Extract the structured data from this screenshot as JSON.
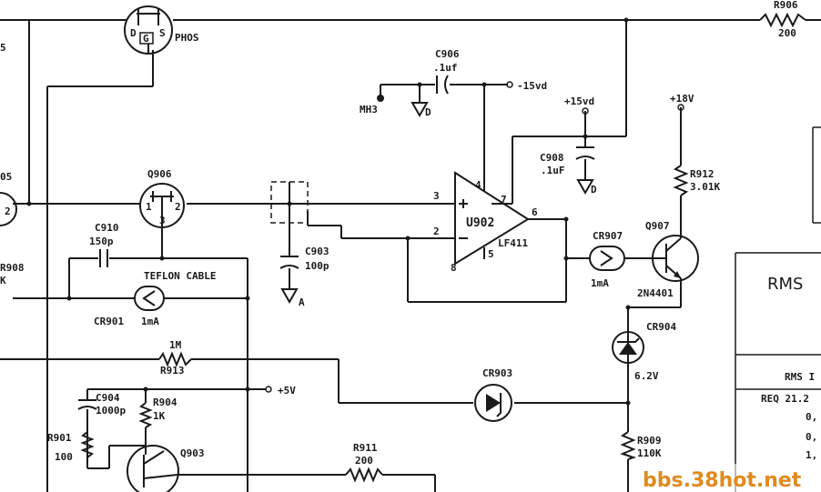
{
  "labels": {
    "r906": "R906",
    "r906_val": "200",
    "q_phos": "PHOS",
    "q_d": "D",
    "q_g": "G",
    "q_s": "S",
    "c906": "C906",
    "c906_val": ".1uf",
    "neg15": "-15vd",
    "mh3": "MH3",
    "gnd_d": "D",
    "pos15": "+15vd",
    "c908": "C908",
    "c908_val": ".1uF",
    "pos18": "+18V",
    "r912": "R912",
    "r912_val": "3.01K",
    "q905_part": "05",
    "q906": "Q906",
    "q906_1": "1",
    "q906_2": "2",
    "q906_3": "3",
    "c910": "C910",
    "c910_val": "150p",
    "r908_part": "R908",
    "k_part": "K",
    "c903": "C903",
    "c903_val": "100p",
    "gnd_a": "A",
    "u902": "U902",
    "lf411": "LF411",
    "pin3": "3",
    "pin2": "2",
    "pin4": "4",
    "pin7": "7",
    "pin6": "6",
    "pin8": "8",
    "pin5": "5",
    "cr907": "CR907",
    "cr907_val": "1mA",
    "q907": "Q907",
    "q907_part": "2N4401",
    "teflon": "TEFLON CABLE",
    "cr901": "CR901",
    "cr901_val": "1mA",
    "r913_val": "1M",
    "r913": "R913",
    "cr904": "CR904",
    "cr904_val": "6.2V",
    "cr903": "CR903",
    "pos5": "+5V",
    "c904": "C904",
    "c904_val": "1000p",
    "r904": "R904",
    "r904_val": "1K",
    "r901": "R901",
    "r901_val": "100",
    "q903": "Q903",
    "r911": "R911",
    "r911_val": "200",
    "r909": "R909",
    "r909_val": "110K",
    "rms": "RMS",
    "rms2": "RMS I",
    "req": "REQ 21.2",
    "tbl1": "0,",
    "tbl2": "0,",
    "tbl3": "1,",
    "left_s": "5",
    "watermark": "bbs.38hot.net"
  }
}
